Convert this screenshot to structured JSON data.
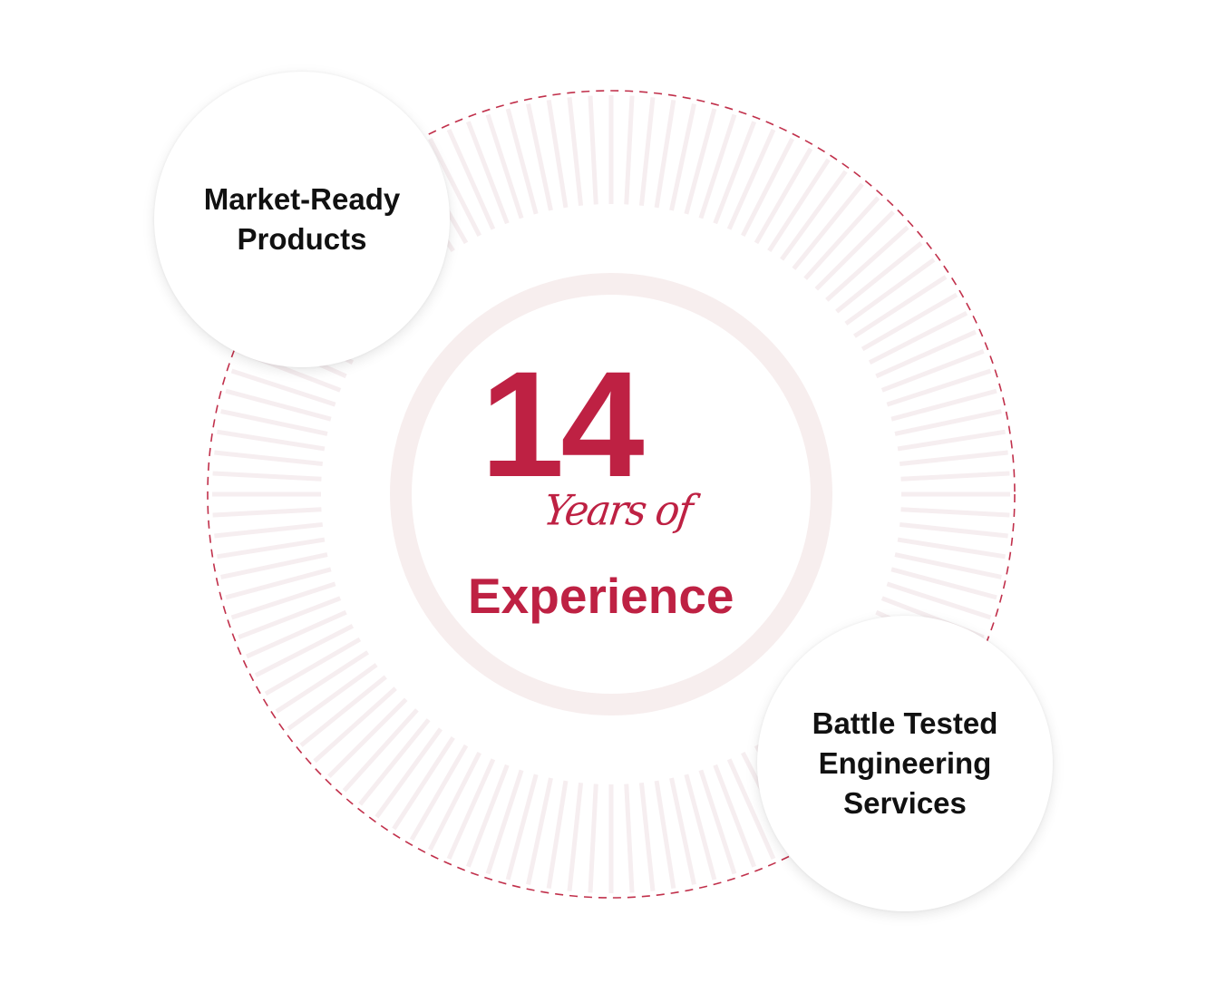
{
  "center": {
    "number": "14",
    "years_of": "Years of",
    "experience": "Experience"
  },
  "bubbles": {
    "left": {
      "lines": [
        "Market-Ready",
        "Products"
      ]
    },
    "right": {
      "lines": [
        "Battle Tested",
        "Engineering",
        "Services"
      ]
    }
  },
  "colors": {
    "accent": "#be2143",
    "dashed_ring": "#c1304b",
    "inner_ring": "#f7eeee",
    "rays": "#f6eef0",
    "text_dark": "#111111"
  }
}
